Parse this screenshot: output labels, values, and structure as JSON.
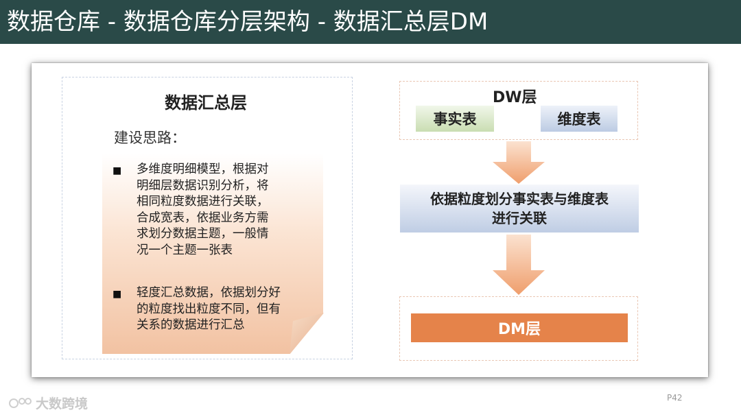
{
  "header": {
    "title": "数据仓库 - 数据仓库分层架构 - 数据汇总层DM"
  },
  "left_panel": {
    "title": "数据汇总层",
    "idea_label": "建设思路：",
    "bullets": [
      {
        "lines": [
          "多维度明细模型，根据对",
          "明细层数据识别分析，将",
          "相同粒度数据进行关联，",
          "合成宽表，依据业务方需",
          "求划分数据主题，一般情",
          "况一个主题一张表"
        ]
      },
      {
        "lines": [
          "轻度汇总数据，依据划分好",
          "的粒度找出粒度不同，但有",
          "关系的数据进行汇总"
        ]
      }
    ]
  },
  "flow": {
    "dw_title": "DW层",
    "fact_table": "事实表",
    "dim_table": "维度表",
    "process_line1": "依据粒度划分事实表与维度表",
    "process_line2": "进行关联",
    "dm_label": "DM层"
  },
  "footer": {
    "page_number": "P42",
    "watermark_text": "大数跨境"
  },
  "colors": {
    "title_bar": "#2a4a48",
    "dm_box": "#e5834a",
    "arrow": "#f0a878"
  }
}
